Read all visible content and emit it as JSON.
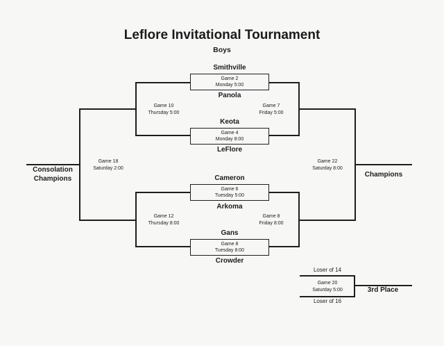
{
  "header": {
    "title": "Leflore Invitational Tournament",
    "subtitle": "Boys"
  },
  "boxes": [
    {
      "game": "Game 2",
      "time": "Monday 5:00",
      "team_top": "Smithville",
      "team_bottom": "Panola"
    },
    {
      "game": "Game 4",
      "time": "Monday 8:00",
      "team_top": "Keota",
      "team_bottom": "LeFlore"
    },
    {
      "game": "Game 6",
      "time": "Tuesday 5:00",
      "team_top": "Cameron",
      "team_bottom": "Arkoma"
    },
    {
      "game": "Game 8",
      "time": "Tuesday 8:00",
      "team_top": "Gans",
      "team_bottom": "Crowder"
    }
  ],
  "notes": {
    "game10": {
      "game": "Game 10",
      "time": "Thursday 5:00"
    },
    "game7": {
      "game": "Game 7",
      "time": "Friday 5:00"
    },
    "game12": {
      "game": "Game 12",
      "time": "Thursday 8:00"
    },
    "game8b": {
      "game": "Game 8",
      "time": "Friday 8:00"
    },
    "game18": {
      "game": "Game 18",
      "time": "Saturday 2:00"
    },
    "game22": {
      "game": "Game 22",
      "time": "Saturday 8:00"
    }
  },
  "labels": {
    "consolation_1": "Consolation",
    "consolation_2": "Champions",
    "champions": "Champions",
    "third_place": "3rd Place"
  },
  "third_place_game": {
    "loser_top": "Loser of 14",
    "game": "Game 20",
    "time": "Saturday 5:00",
    "loser_bottom": "Loser of 16"
  }
}
